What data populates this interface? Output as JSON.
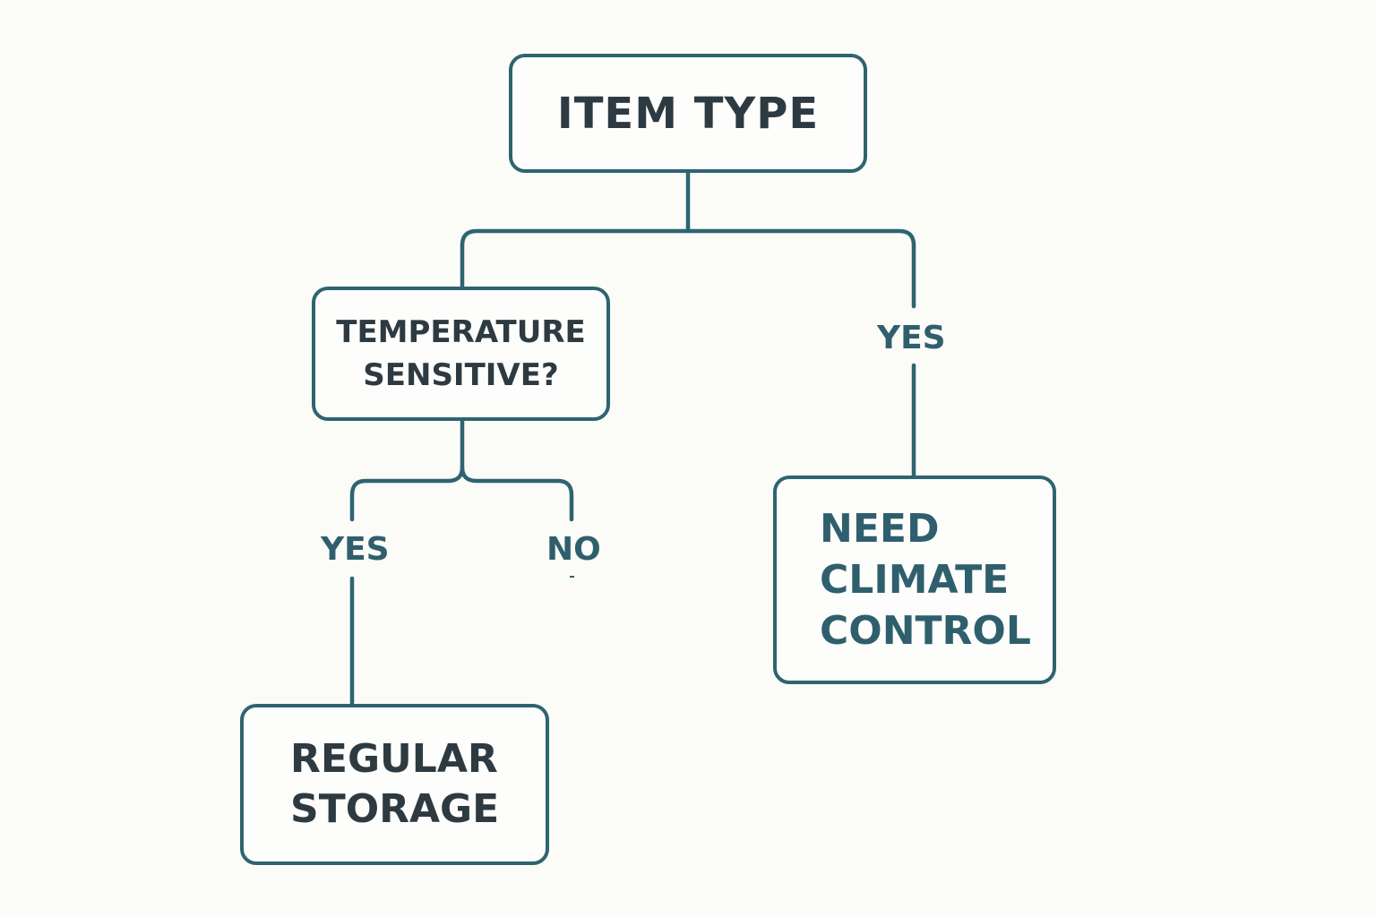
{
  "colors": {
    "background": "#fbfbf8",
    "stroke": "#2e6470",
    "node_text": "#2d3a41",
    "accent_text": "#2f5f6d"
  },
  "nodes": {
    "item_type": "ITEM TYPE",
    "temperature_sensitive": "TEMPERATURE\nSENSITIVE?",
    "regular_storage": "REGULAR\nSTORAGE",
    "climate_control": "NEED\nCLIMATE\nCONTROL"
  },
  "edges": {
    "yes_right": "YES",
    "yes_left": "YES",
    "no": "NO"
  }
}
